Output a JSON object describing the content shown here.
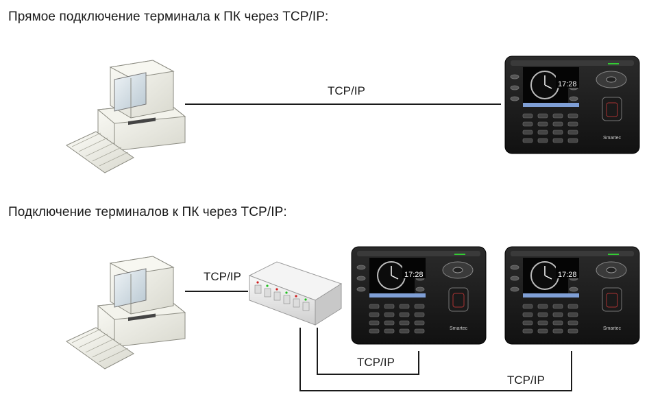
{
  "section1": {
    "heading": "Прямое подключение терминала к ПК через TCP/IP:",
    "link_label": "TCP/IP"
  },
  "section2": {
    "heading": "Подключение терминалов к ПК через TCP/IP:",
    "link_pc_switch": "TCP/IP",
    "link_switch_terminal1": "TCP/IP",
    "link_switch_terminal2": "TCP/IP"
  },
  "terminal": {
    "clock_text": "17:28",
    "brand_text": "Smartec"
  },
  "colors": {
    "line": "#1a1a1a",
    "terminal_body": "#1c1c1c",
    "screen": "#7f9fd6",
    "accent_green": "#33cc33"
  }
}
